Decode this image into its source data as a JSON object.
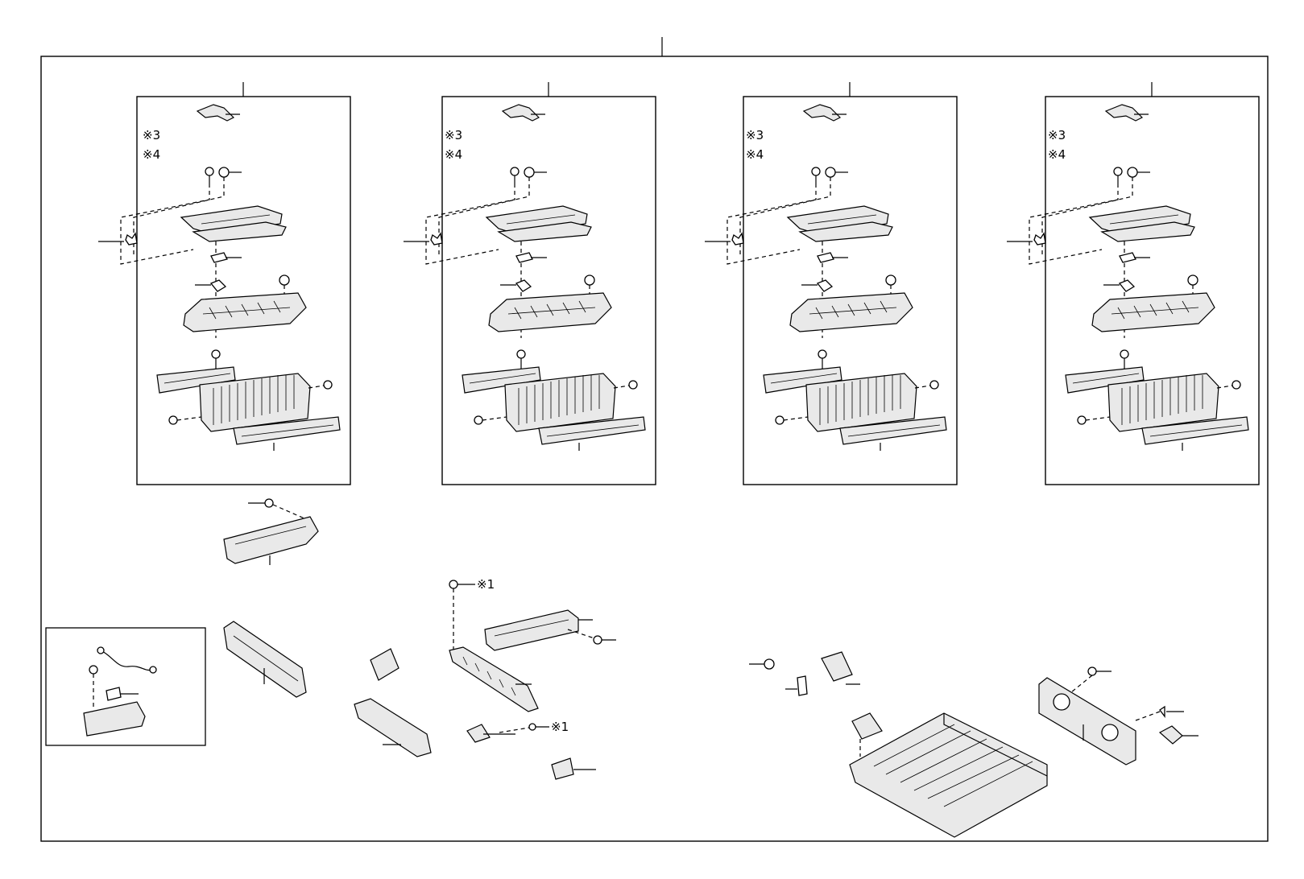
{
  "diagram": {
    "module_labels": {
      "mark_3": "※3",
      "mark_4": "※4"
    },
    "bolt_labels": {
      "mark_1": "※1"
    }
  }
}
